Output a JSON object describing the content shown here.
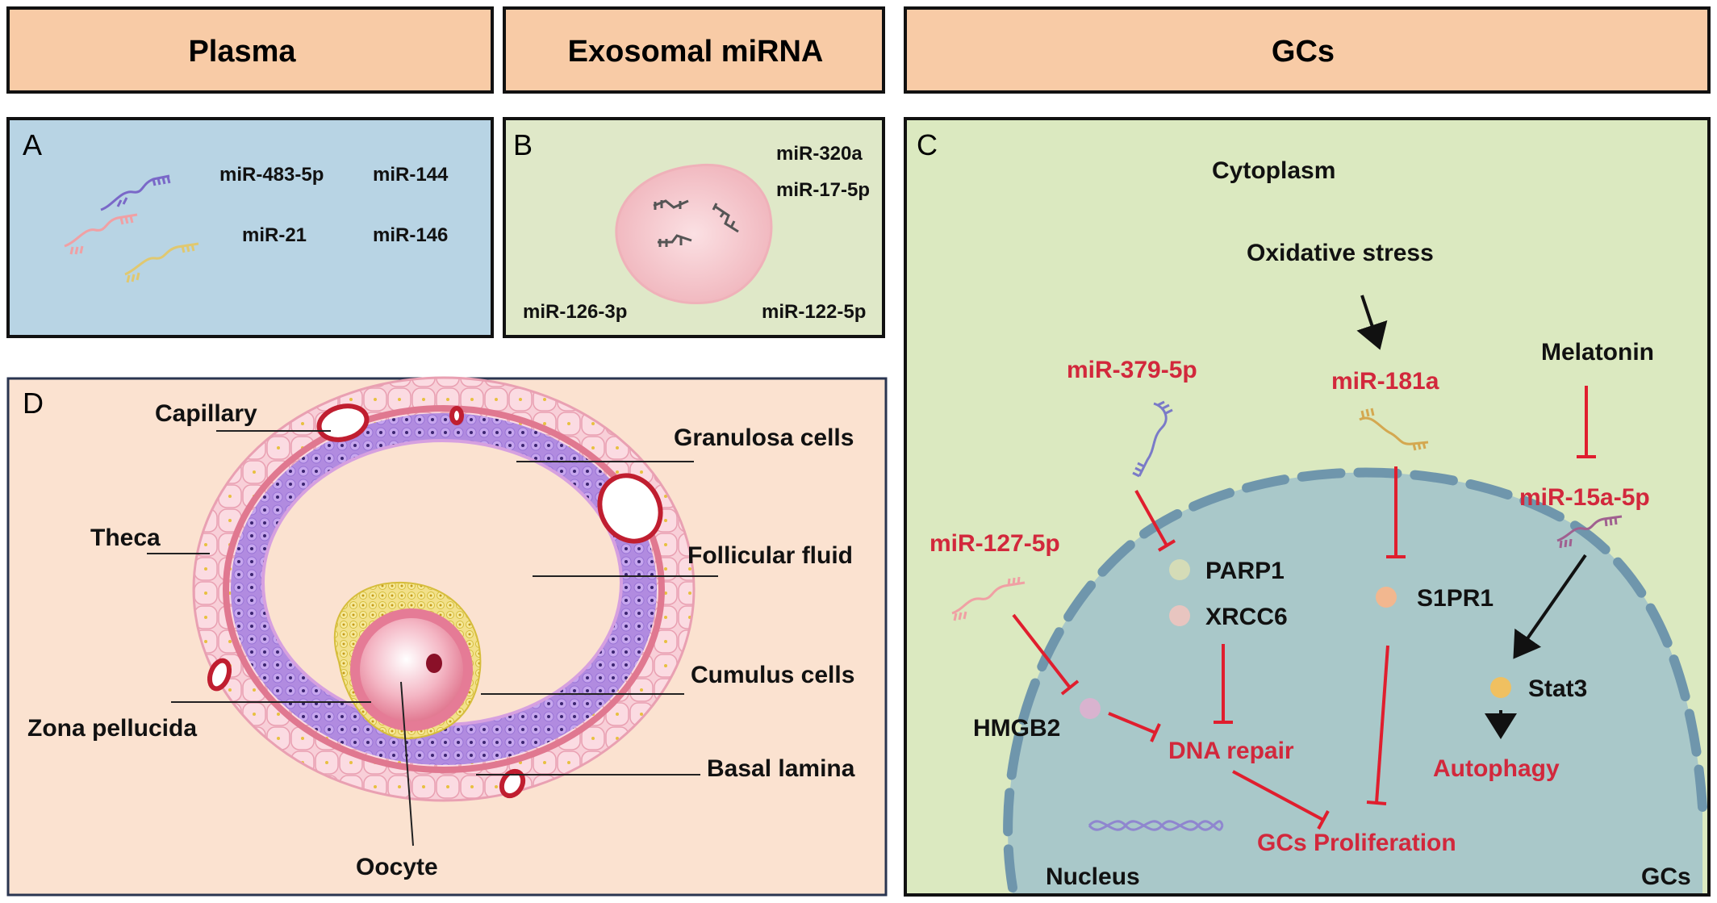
{
  "headers": {
    "plasma": "Plasma",
    "exosomal": "Exosomal miRNA",
    "gcs": "GCs"
  },
  "panel_a": {
    "letter": "A",
    "mirnas": [
      "miR-483-5p",
      "miR-144",
      "miR-21",
      "miR-146"
    ]
  },
  "panel_b": {
    "letter": "B",
    "mirnas": [
      "miR-320a",
      "miR-17-5p",
      "miR-126-3p",
      "miR-122-5p"
    ]
  },
  "panel_c": {
    "letter": "C",
    "cytoplasm": "Cytoplasm",
    "oxidative_stress": "Oxidative stress",
    "melatonin": "Melatonin",
    "mir_379": "miR-379-5p",
    "mir_181a": "miR-181a",
    "mir_15a": "miR-15a-5p",
    "mir_127": "miR-127-5p",
    "parp1": "PARP1",
    "xrcc6": "XRCC6",
    "s1pr1": "S1PR1",
    "stat3": "Stat3",
    "hmgb2": "HMGB2",
    "dna_repair": "DNA repair",
    "autophagy": "Autophagy",
    "gcs_proliferation": "GCs Proliferation",
    "nucleus": "Nucleus",
    "gcs_corner": "GCs"
  },
  "panel_d": {
    "letter": "D",
    "capillary": "Capillary",
    "granulosa": "Granulosa cells",
    "theca": "Theca",
    "follicular_fluid": "Follicular fluid",
    "cumulus": "Cumulus cells",
    "zona": "Zona pellucida",
    "basal_lamina": "Basal lamina",
    "oocyte": "Oocyte"
  },
  "colors": {
    "header_fill": "#f8cba6",
    "panel_a_bg": "#b8d4e4",
    "panel_b_bg": "#dfe8c8",
    "panel_c_bg": "#dbe9c0",
    "panel_d_bg": "#fbe2d0",
    "nucleus_fill": "#a9c8c9",
    "inhibit_red": "#e01e2e",
    "label_red": "#d2283c"
  }
}
